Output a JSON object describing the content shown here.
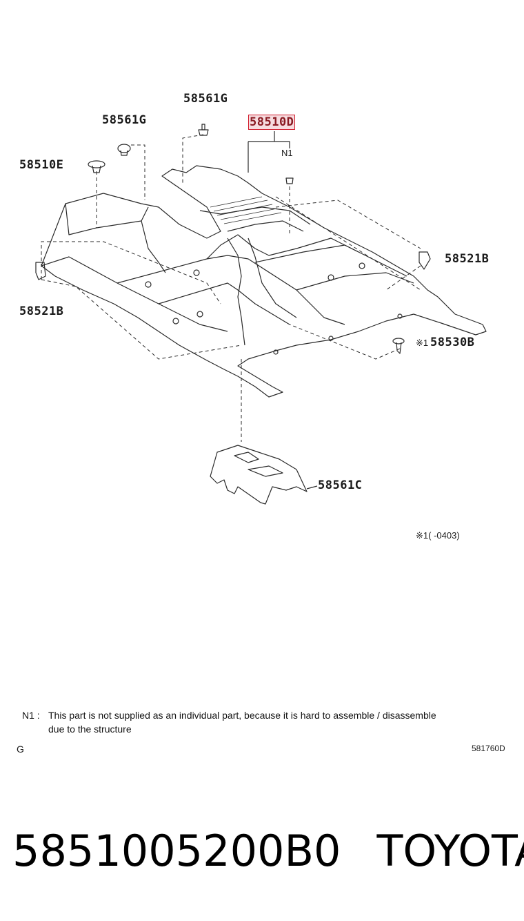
{
  "labels": {
    "p58561G_top": "58561G",
    "p58561G_left": "58561G",
    "p58510D": "58510D",
    "n1_marker": "N1",
    "p58510E": "58510E",
    "p58521B_right": "58521B",
    "p58521B_left": "58521B",
    "p58530B_mark": "※1",
    "p58530B": "58530B",
    "p58561C": "58561C",
    "footnote_range": "※1(        -0403)"
  },
  "note": {
    "tag": "N1 :",
    "text_line1": "This part is not supplied as an individual part, because it is hard to assemble / disassemble",
    "text_line2": "due to the structure"
  },
  "footer": {
    "left": "G",
    "right": "581760D"
  },
  "caption": {
    "part_number": "5851005200B0",
    "brand": "TOYOTA"
  },
  "colors": {
    "highlight_border": "#d11a2a",
    "highlight_fill": "#f6dcdf",
    "line": "#2a2a2a"
  }
}
